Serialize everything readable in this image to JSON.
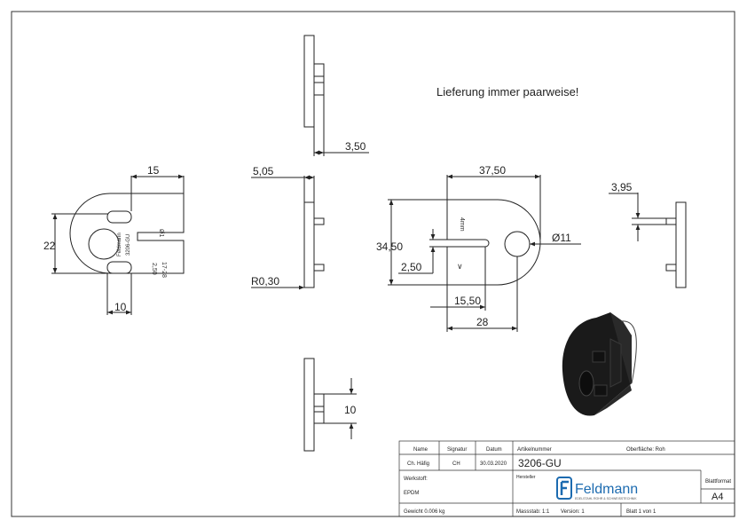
{
  "note": "Lieferung immer paarweise!",
  "dimensions": {
    "side_top_width": "3,50",
    "front_width": "15",
    "front_height": "22",
    "front_slot_width": "10",
    "side_mid_thickness": "5,05",
    "side_mid_radius": "R0,30",
    "right_width": "37,50",
    "right_height": "34,50",
    "right_slot": "2,50",
    "right_hole_dia": "Ø11",
    "right_inner": "15,50",
    "right_total": "28",
    "far_right": "3,95",
    "side_bottom": "10"
  },
  "part_engraving": {
    "line1": "Feldmann",
    "line2": "3206-GU",
    "line3": "Ø1",
    "line4": "2,50",
    "line5": "17-28",
    "right_mark": "4mm"
  },
  "title_block": {
    "h_name": "Name",
    "h_signatur": "Signatur",
    "h_datum": "Datum",
    "name": "Ch. Häfig",
    "signatur": "CH",
    "datum": "30.03.2020",
    "h_artikel": "Artikelnummer",
    "artikel": "3206-GU",
    "h_oberflaeche": "Oberfläche: Roh",
    "h_werkstoff": "Werkstoff:",
    "werkstoff": "EPDM",
    "h_hersteller": "Hersteller",
    "logo_text": "Feldmann",
    "logo_sub": "EDELSTAHL  ROHR & SCHWEISSTECHNIK",
    "h_blattformat": "Blattformat",
    "blattformat": "A4",
    "gewicht": "Gewicht 0.006 kg",
    "massstab": "Massstab: 1:1",
    "version": "Version: 1",
    "blatt": "Blatt 1 von 1"
  },
  "colors": {
    "line": "#222222",
    "part_3d": "#1a1a1a",
    "logo_blue": "#1c6bb0"
  }
}
